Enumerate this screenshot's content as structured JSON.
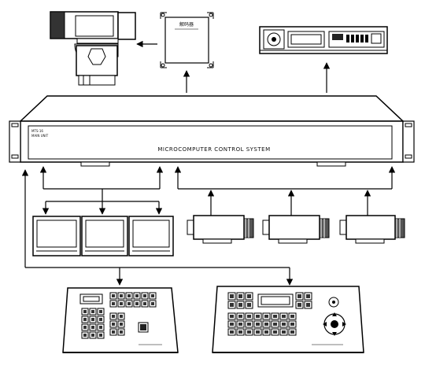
{
  "main_unit": {
    "label": "MICROCOMPUTER CONTROL SYSTEM",
    "small_text_1": "MTS-16",
    "small_text_2": "MAIN UNIT"
  },
  "decoder": {
    "label": "解码器"
  }
}
